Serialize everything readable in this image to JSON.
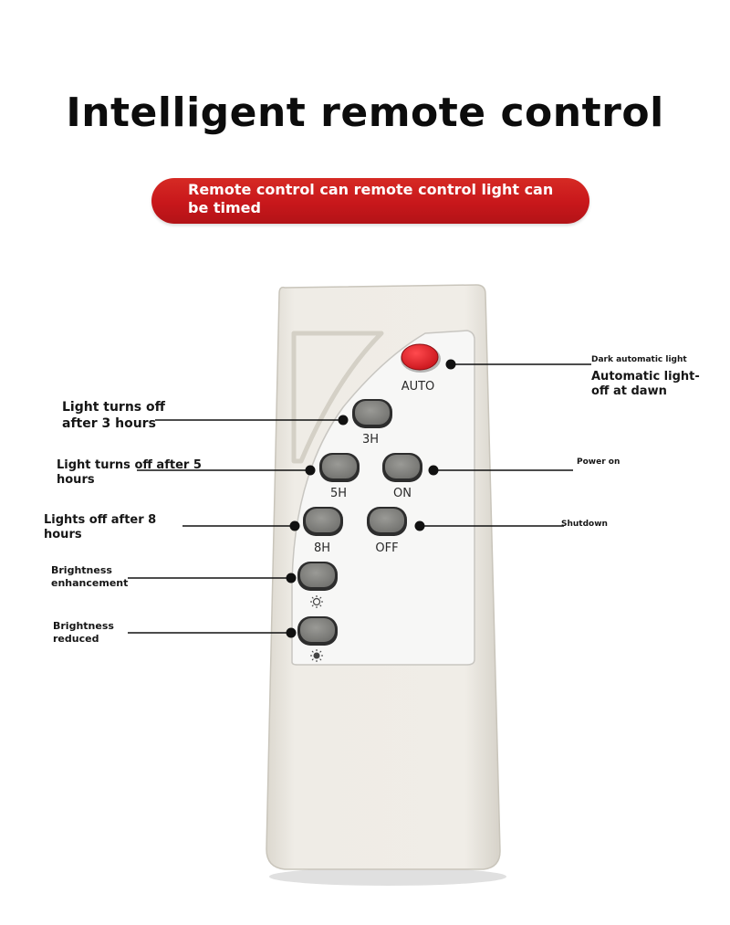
{
  "header": {
    "title": "Intelligent remote control",
    "banner_text": "Remote control can remote control light can be timed"
  },
  "remote": {
    "body_color": "#eeebe4",
    "panel_color": "#f7f7f7",
    "button_color": "#878784",
    "auto_button_color": "#e8262c",
    "buttons": {
      "auto": "AUTO",
      "h3": "3H",
      "h5": "5H",
      "on": "ON",
      "h8": "8H",
      "off": "OFF"
    }
  },
  "callouts": {
    "auto_small": "Dark automatic light",
    "auto_main": "Automatic light-off at dawn",
    "h3": "Light turns off after 3 hours",
    "h5": "Light turns off after 5 hours",
    "on": "Power on",
    "h8": "Lights off after 8 hours",
    "off": "Shutdown",
    "bright_up": "Brightness enhancement",
    "bright_down": "Brightness reduced"
  }
}
